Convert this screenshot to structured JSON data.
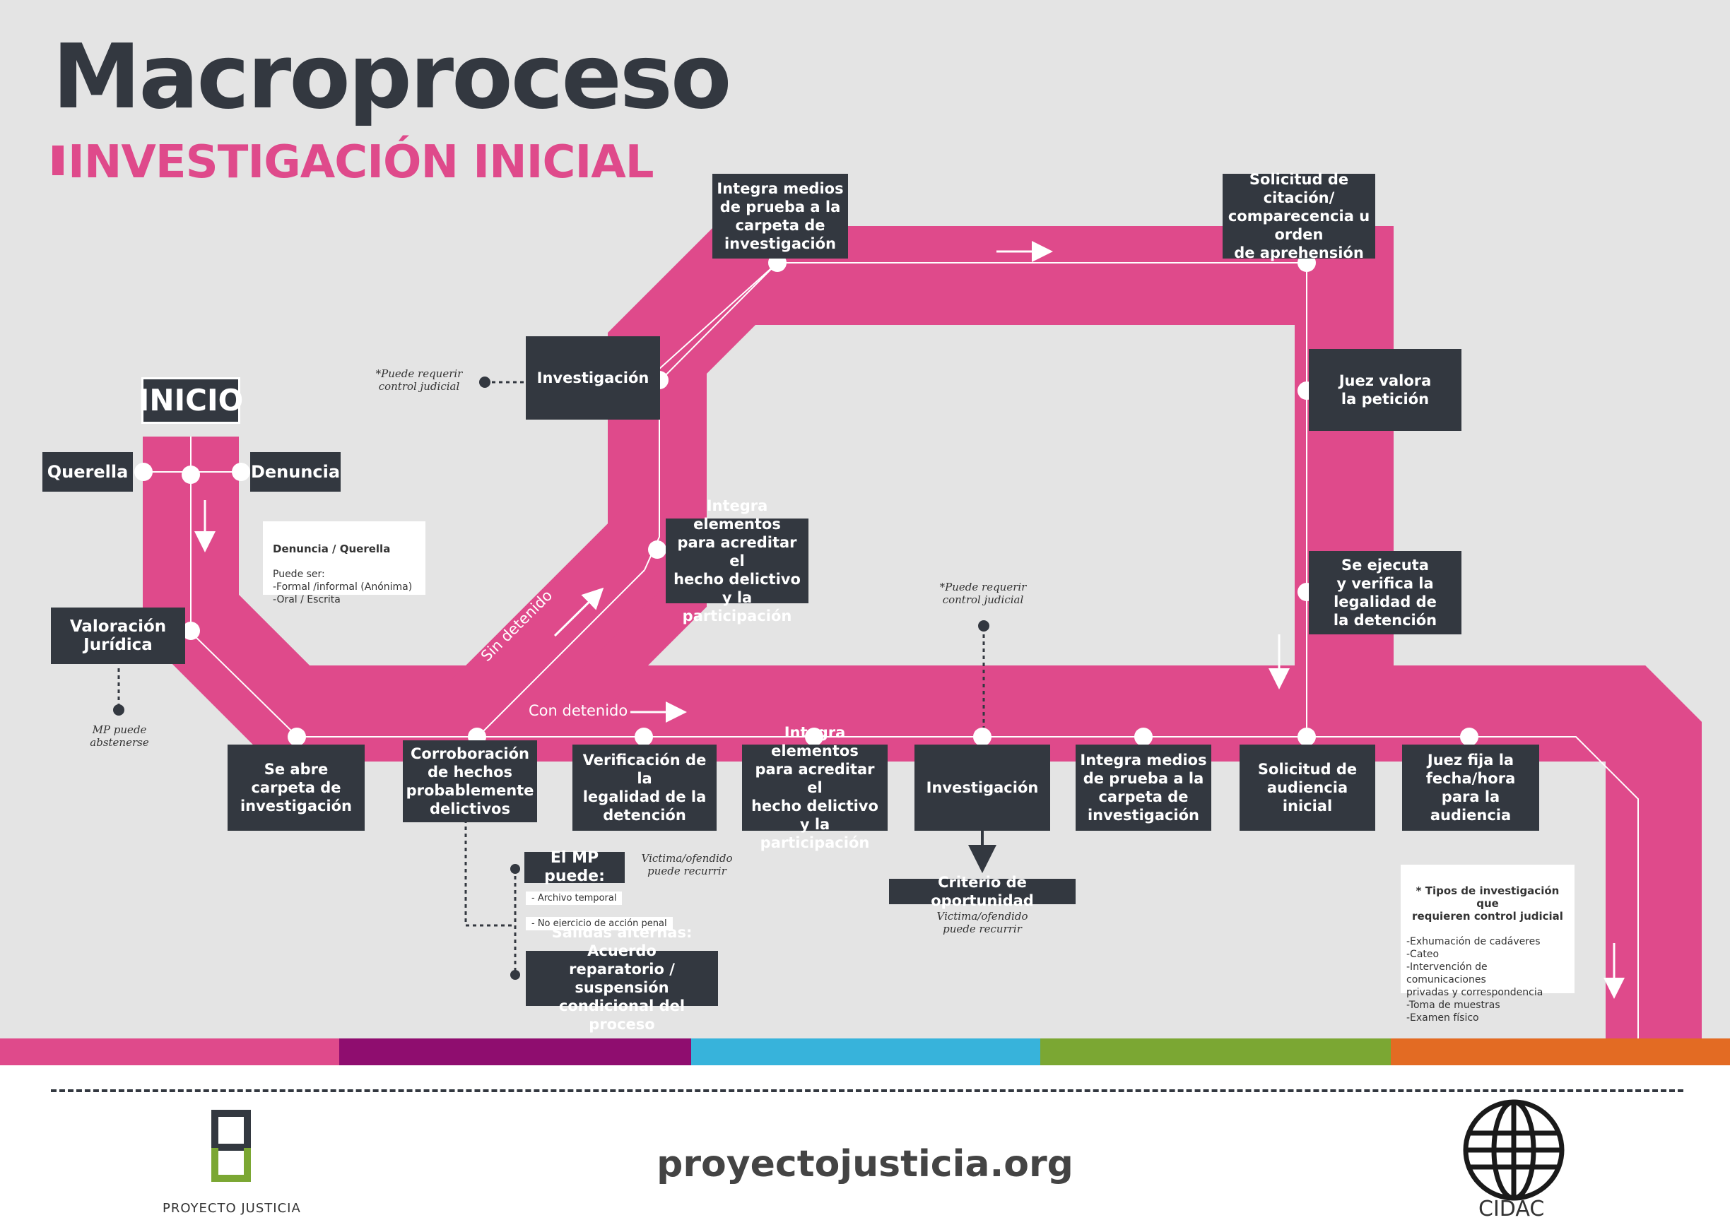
{
  "header": {
    "title": "Macroproceso",
    "subtitle": "INVESTIGACIÓN INICIAL"
  },
  "colors": {
    "track": "#df4a8b",
    "box": "#333840",
    "background": "#e4e4e4",
    "stripe": [
      "#df4a8b",
      "#8f0d6f",
      "#37b3db",
      "#7ba733",
      "#e36b23"
    ]
  },
  "nodes": {
    "inicio": "INICIO",
    "querella": "Querella",
    "denuncia": "Denuncia",
    "valoracion": "Valoración\nJurídica",
    "abre_carpeta": "Se abre\ncarpeta de\ninvestigación",
    "corroboracion": "Corroboración\nde hechos\nprobablemente\ndelictivos",
    "verificacion": "Verificación de la\nlegalidad de la\ndetención",
    "integra_elem_bottom": "Integra elementos\npara acreditar el\nhecho  delictivo y la\nparticipación",
    "investigacion_bottom": "Investigación",
    "integra_medios_bottom": "Integra medios\nde prueba a la\ncarpeta de\ninvestigación",
    "solicitud_audiencia": "Solicitud de\naudiencia inicial",
    "juez_fecha": "Juez fija la\nfecha/hora\npara la audiencia",
    "integra_elem_up": "Integra elementos\npara acreditar el\nhecho  delictivo y la\nparticipación",
    "investigacion_up": "Investigación",
    "integra_medios_top": "Integra medios\nde prueba a  la\ncarpeta de\ninvestigación",
    "solicitud_citacion": "Solicitud de citación/\ncomparecencia u\norden\nde aprehensión",
    "juez_valora": "Juez  valora\nla petición",
    "se_ejecuta": "Se ejecuta\ny verifica la\nlegalidad de\nla detención",
    "criterio": "Criterio de oportunidad",
    "mp_puede": "El MP puede:",
    "salidas": "Salidas alternas: Acuerdo\nreparatorio / suspensión\ncondicional del proceso"
  },
  "mp_options": [
    "- Archivo temporal",
    "- No ejercicio de acción penal"
  ],
  "flow_labels": {
    "sin_detenido": "Sin detenido",
    "con_detenido": "Con detenido"
  },
  "notes": {
    "denuncia_title": "Denuncia / Querella",
    "denuncia_body": "Puede ser:\n-Formal /informal (Anónima)\n-Oral / Escrita",
    "tipos_title": "* Tipos de investigación que\nrequieren control judicial",
    "tipos_body": "-Exhumación de cadáveres\n-Cateo\n-Intervención de comunicaciones\nprivadas y correspondencia\n-Toma de muestras\n-Examen físico"
  },
  "handwritten": {
    "control_left": "*Puede requerir\ncontrol judicial",
    "control_mid": "*Puede requerir\ncontrol judicial",
    "mp_abstenerse": "MP puede\nabstenerse",
    "victima_mp": "Victima/ofendido\npuede recurrir",
    "victima_criterio": "Victima/ofendido\npuede recurrir"
  },
  "footer": {
    "site": "proyectojusticia.org",
    "logo_left": "PROYECTO JUSTICIA",
    "logo_right": "CIDAC"
  }
}
